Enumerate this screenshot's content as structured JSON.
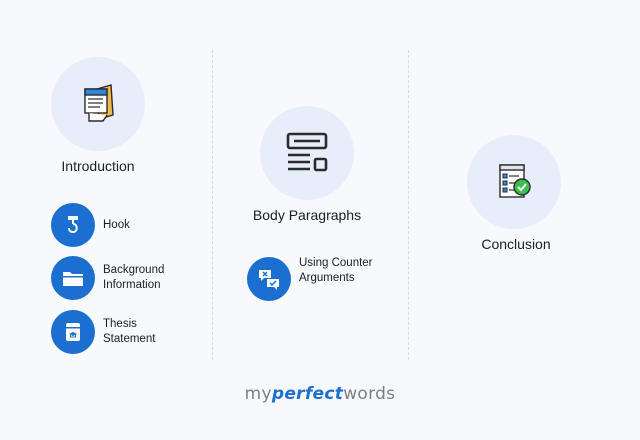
{
  "columns": [
    {
      "title": "Introduction",
      "items": [
        {
          "label": "Hook",
          "icon": "crane-hook-icon"
        },
        {
          "label": "Background\nInformation",
          "icon": "folder-icon"
        },
        {
          "label": "Thesis\nStatement",
          "icon": "thesis-book-icon"
        }
      ]
    },
    {
      "title": "Body Paragraphs",
      "items": [
        {
          "label": "Using Counter\nArguments",
          "icon": "counter-arguments-chat-icon"
        }
      ]
    },
    {
      "title": "Conclusion",
      "items": []
    }
  ],
  "logo": {
    "part1": "my",
    "part2": "perfect",
    "part3": "words"
  },
  "colors": {
    "accent": "#1b6fd1",
    "circle_bg": "#e7edfa",
    "background": "#f7f9fd"
  }
}
